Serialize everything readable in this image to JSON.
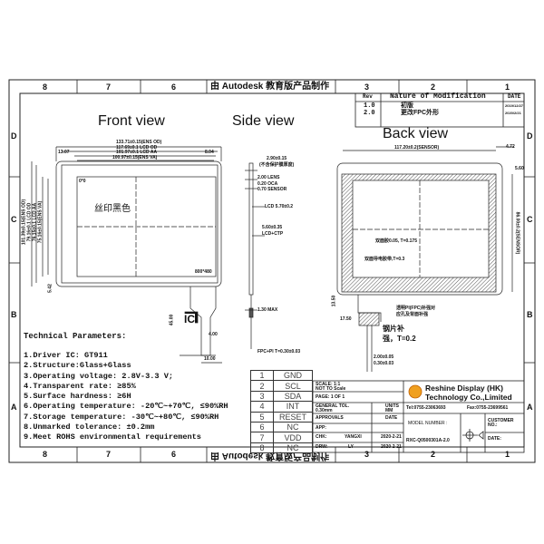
{
  "frame": {
    "columns": [
      "8",
      "7",
      "6",
      "3",
      "2",
      "1"
    ],
    "rows": [
      "D",
      "C",
      "B",
      "A"
    ],
    "watermark_top": "由 Autodesk 教育版产品制作",
    "watermark_bottom": "由 Autodesk 教育版产品制作"
  },
  "revision_table": {
    "headers": [
      "Rev",
      "Nature of Modification",
      "DATE"
    ],
    "rows": [
      {
        "rev": "1.0",
        "nature": "初版",
        "date": "2019/12/27"
      },
      {
        "rev": "2.0",
        "nature": "更改FPC外形",
        "date": "2020/2/21"
      }
    ]
  },
  "views": {
    "front": "Front view",
    "side": "Side view",
    "back": "Back view"
  },
  "front_view": {
    "dims": [
      "133.71±0.15(ENS OD)",
      "117.69±0.1 LCD OD",
      "101.97±0.1 LCD AA",
      "100.97±0.15(ENS VA)",
      "13.07",
      "8.04",
      "101.39±0.15(ENS OD)",
      "79.16±0.1 LCD OD",
      "76.15±0.1 LCD AA",
      "75.16±0.15(ENS VA)",
      "5.42"
    ],
    "silk_note": "丝印黑色",
    "origin": "0*0",
    "resolution": "800*480",
    "ic_label": "IC",
    "fpc_dims": [
      "45.00",
      "4.00",
      "10.00"
    ]
  },
  "side_view": {
    "notes": [
      "2.90±0.15",
      "(不含保护膜厚度)",
      "2.00 LENS",
      "0.20 OCA",
      "0.70 SENSOR",
      "LCD 5.70±0.2",
      "5.60±0.35",
      "LCD+CTP",
      "1.30 MAX",
      "FPC+PI T=0.30±0.03"
    ]
  },
  "back_view": {
    "dims": [
      "117.20±0.2(SENSOR)",
      "4.72",
      "5.60",
      "86.00±0.2(SENSOR)",
      "13.50",
      "17.50"
    ],
    "notes": [
      "双面胶0.05, T=0.175",
      "双面导电胶带,T=0.3",
      "透明PI(FPC)补强对",
      "应孔及背面补强",
      "钢片补",
      "强，T=0.2",
      "2.00±0.05",
      "0.30±0.03"
    ]
  },
  "technical": {
    "title": "Technical Parameters:",
    "items": [
      "1.Driver IC: GT911",
      "2.Structure:Glass+Glass",
      "3.Operating voltage: 2.8V-3.3 V;",
      "4.Transparent rate: ≥85%",
      "5.Surface hardness: ≥6H",
      "6.Operating temperature: -20℃~+70℃, ≤90%RH",
      "7.Storage temperature: -30℃~+80℃, ≤90%RH",
      "8.Unmarked tolerance: ±0.2mm",
      "9.Meet ROHS environmental requirements"
    ]
  },
  "pins": [
    {
      "no": "1",
      "name": "GND"
    },
    {
      "no": "2",
      "name": "SCL"
    },
    {
      "no": "3",
      "name": "SDA"
    },
    {
      "no": "4",
      "name": "INT"
    },
    {
      "no": "5",
      "name": "RESET"
    },
    {
      "no": "6",
      "name": "NC"
    },
    {
      "no": "7",
      "name": "VDD"
    },
    {
      "no": "8",
      "name": "NC"
    }
  ],
  "title_block": {
    "scale": "SCALE: 1:1",
    "scale_note": "NOT TO Scale",
    "page": "PAGE: 1 OF 1",
    "tolerance_label": "GENERAL TOL.",
    "tolerance": "0.30mm",
    "units_label": "UNITS",
    "units": "MM",
    "approvals": "APPROVALS",
    "date_label": "DATE",
    "app": "APP:",
    "chk": "CHK:",
    "chk_name": "YANGXI",
    "chk_date": "2020-2-21",
    "drw": "DRW:",
    "drw_name": "LY",
    "drw_date": "2020-2-21",
    "company": "Reshine Display (HK) Technology",
    "company2": "Co.,Limited",
    "tel": "Tel:0755-23063693",
    "fax": "Fax:0755-23699561",
    "model_label": "MODEL NUMBER :",
    "model": "RXC-Q0500301A-2.0",
    "customer_label": "CUSTOMER NO.:",
    "date2_label": "DATE:"
  }
}
